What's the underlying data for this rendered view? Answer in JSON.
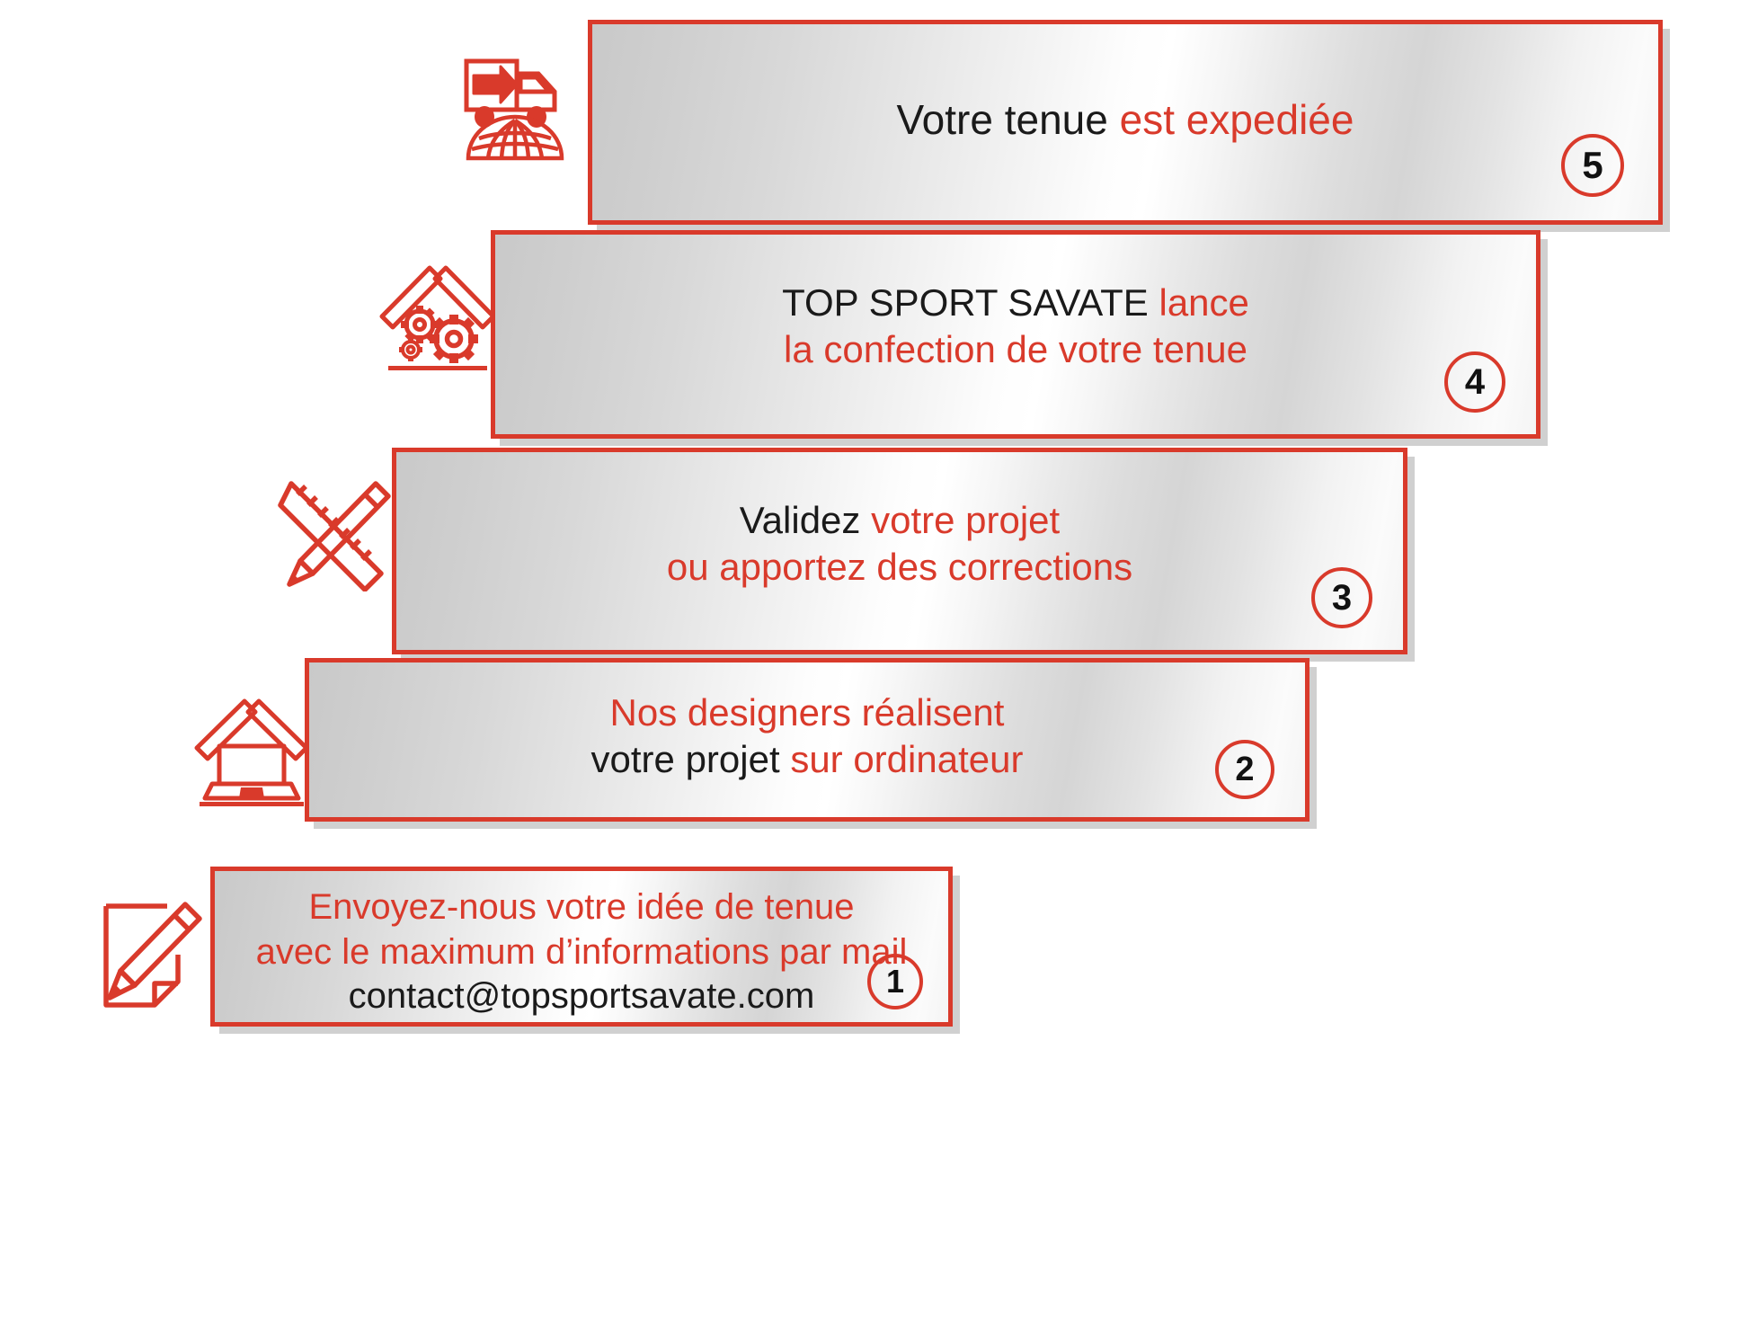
{
  "theme": {
    "accent_red": "#D93A2B",
    "text_black": "#1a1a1a",
    "panel_border": "#D93A2B",
    "background": "#ffffff"
  },
  "steps": [
    {
      "number": "5",
      "icon": "delivery-truck-globe-icon",
      "lines": [
        {
          "parts": [
            {
              "text": "Votre tenue ",
              "color": "black"
            },
            {
              "text": "est expediée",
              "color": "red"
            }
          ]
        }
      ]
    },
    {
      "number": "4",
      "icon": "roof-gears-icon",
      "lines": [
        {
          "parts": [
            {
              "text": "TOP SPORT SAVATE ",
              "color": "black"
            },
            {
              "text": "lance",
              "color": "red"
            }
          ]
        },
        {
          "parts": [
            {
              "text": "la confection de votre tenue",
              "color": "red"
            }
          ]
        }
      ]
    },
    {
      "number": "3",
      "icon": "ruler-pencil-icon",
      "lines": [
        {
          "parts": [
            {
              "text": "Validez ",
              "color": "black"
            },
            {
              "text": "votre projet",
              "color": "red"
            }
          ]
        },
        {
          "parts": [
            {
              "text": "ou apportez des corrections",
              "color": "red"
            }
          ]
        }
      ]
    },
    {
      "number": "2",
      "icon": "roof-laptop-icon",
      "lines": [
        {
          "parts": [
            {
              "text": "Nos designers réalisent",
              "color": "red"
            }
          ]
        },
        {
          "parts": [
            {
              "text": "votre projet ",
              "color": "black"
            },
            {
              "text": "sur ordinateur",
              "color": "red"
            }
          ]
        }
      ]
    },
    {
      "number": "1",
      "icon": "note-pencil-icon",
      "lines": [
        {
          "parts": [
            {
              "text": "Envoyez-nous votre idée de tenue",
              "color": "red"
            }
          ]
        },
        {
          "parts": [
            {
              "text": "avec le maximum d’informations par mail",
              "color": "red"
            }
          ]
        },
        {
          "parts": [
            {
              "text": "contact@topsportsavate.com",
              "color": "black"
            }
          ]
        }
      ]
    }
  ]
}
